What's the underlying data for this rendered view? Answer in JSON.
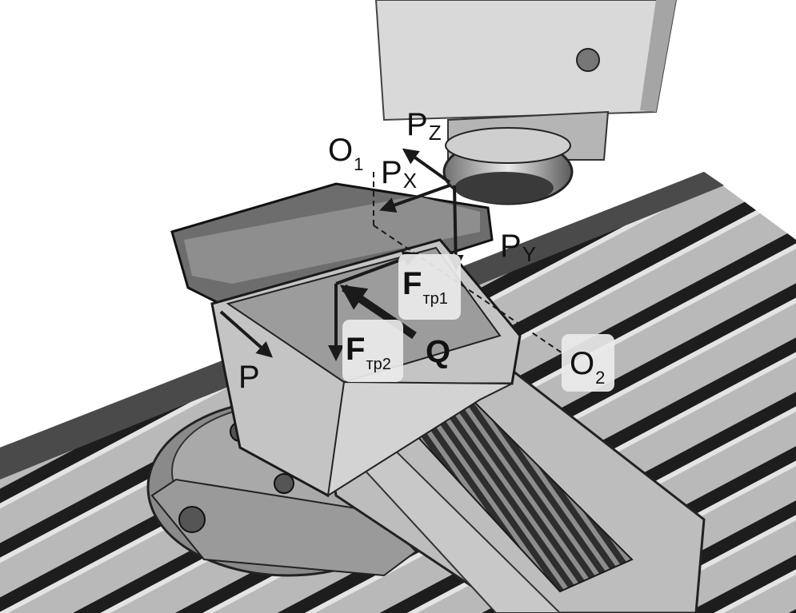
{
  "labels": {
    "pz": {
      "main": "P",
      "sub": "Z"
    },
    "o1": {
      "main": "O",
      "sub": "1"
    },
    "px": {
      "main": "P",
      "sub": "X"
    },
    "py": {
      "main": "P",
      "sub": "Y"
    },
    "ftp1": {
      "main": "F",
      "sub": "тр1"
    },
    "ftp2": {
      "main": "F",
      "sub": "тр2"
    },
    "q": {
      "main": "Q"
    },
    "p": {
      "main": "P"
    },
    "o2": {
      "main": "O",
      "sub": "2"
    }
  },
  "colors": {
    "arrow": "#1a1a1a",
    "label_box": "#ebebeb",
    "metal_light": "#cfcfcf",
    "metal_dark": "#2b2b2b"
  }
}
